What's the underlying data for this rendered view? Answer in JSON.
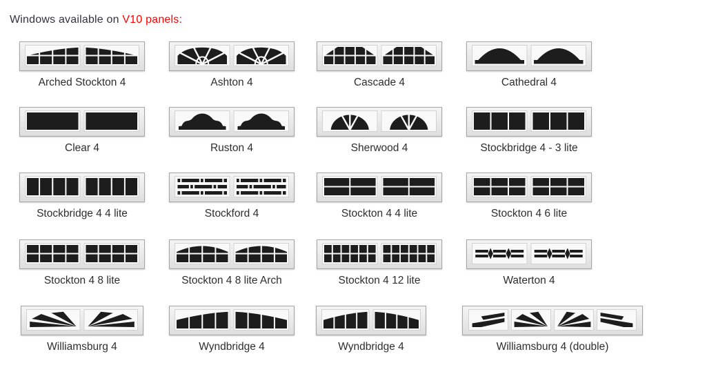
{
  "title": {
    "prefix": "Windows available on ",
    "highlight": "V10 panels",
    "suffix": ":"
  },
  "colors": {
    "title_text": "#33333b",
    "highlight_red": "#fe0000",
    "label_text": "#2e2e2e",
    "pane_dark": "#1d1d1d",
    "tile_border": "#a6a6a6",
    "window_frame": "#f9f9f9",
    "frame_border": "#d2d2d2"
  },
  "tiles": [
    {
      "label": "Arched Stockton 4",
      "design": "arched_stockton",
      "row": 0,
      "col": 0
    },
    {
      "label": "Ashton 4",
      "design": "ashton",
      "row": 0,
      "col": 1
    },
    {
      "label": "Cascade 4",
      "design": "cascade",
      "row": 0,
      "col": 2
    },
    {
      "label": "Cathedral 4",
      "design": "cathedral",
      "row": 0,
      "col": 3
    },
    {
      "label": "Clear 4",
      "design": "clear",
      "row": 1,
      "col": 0
    },
    {
      "label": "Ruston 4",
      "design": "ruston",
      "row": 1,
      "col": 1
    },
    {
      "label": "Sherwood 4",
      "design": "sherwood",
      "row": 1,
      "col": 2
    },
    {
      "label": "Stockbridge 4 - 3 lite",
      "design": "grid3x1",
      "row": 1,
      "col": 3
    },
    {
      "label": "Stockbridge 4 4 lite",
      "design": "grid4x1",
      "row": 2,
      "col": 0
    },
    {
      "label": "Stockford 4",
      "design": "stockford",
      "row": 2,
      "col": 1
    },
    {
      "label": "Stockton 4 4 lite",
      "design": "grid2x2",
      "row": 2,
      "col": 2
    },
    {
      "label": "Stockton 4 6 lite",
      "design": "grid3x2",
      "row": 2,
      "col": 3
    },
    {
      "label": "Stockton 4 8 lite",
      "design": "grid4x2",
      "row": 3,
      "col": 0
    },
    {
      "label": "Stockton 4 8 lite Arch",
      "design": "grid4x2_arch",
      "row": 3,
      "col": 1
    },
    {
      "label": "Stockton 4 12 lite",
      "design": "grid6x2",
      "row": 3,
      "col": 2
    },
    {
      "label": "Waterton 4",
      "design": "waterton",
      "row": 3,
      "col": 3
    },
    {
      "label": "Williamsburg 4",
      "design": "williamsburg",
      "row": 4,
      "col": 0
    },
    {
      "label": "Wyndbridge 4",
      "design": "wyndbridge",
      "row": 4,
      "col": 1
    },
    {
      "label": "Wyndbridge 4",
      "design": "wyndbridge",
      "row": 4,
      "col": 2
    },
    {
      "label": "Williamsburg 4 (double)",
      "design": "williamsburg_double",
      "row": 4,
      "col": 3
    }
  ]
}
